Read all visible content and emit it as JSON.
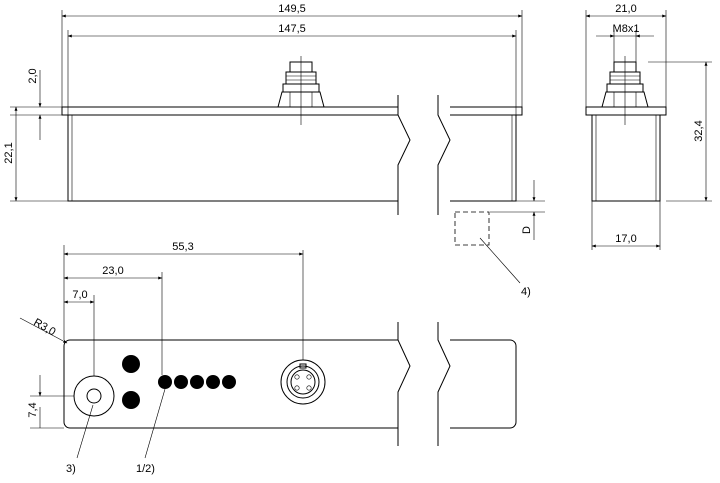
{
  "dimensions": {
    "top_overall_length": "149,5",
    "top_inner_length": "147,5",
    "flange_thickness": "2,0",
    "body_height": "22,1",
    "side_width": "21,0",
    "thread": "M8x1",
    "side_height": "32,4",
    "side_body_width": "17,0",
    "damping_depth": "D",
    "connector_distance": "55,3",
    "led_distance": "23,0",
    "hole_distance": "7,0",
    "corner_radius": "R3,0",
    "hole_height": "7,4"
  },
  "callouts": {
    "target": "4)",
    "mounting_hole": "3)",
    "leds": "1/2)"
  }
}
